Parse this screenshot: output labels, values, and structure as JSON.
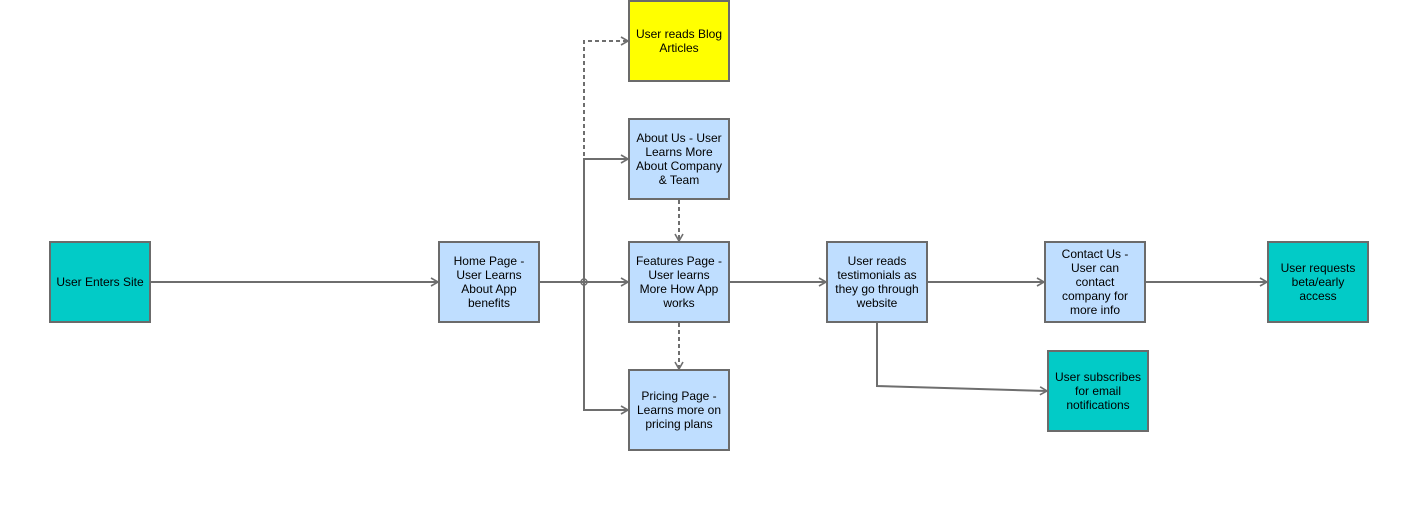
{
  "nodes": {
    "user_enters_site": {
      "label": "User Enters Site",
      "color": "#02cbc7"
    },
    "home_page": {
      "label": "Home Page - User Learns About App benefits",
      "color": "#bfdeff"
    },
    "blog_articles": {
      "label": "User reads Blog Articles",
      "color": "#ffff00"
    },
    "about_us": {
      "label": "About Us - User Learns More About Company & Team",
      "color": "#bfdeff"
    },
    "features_page": {
      "label": "Features Page - User learns More How App works",
      "color": "#bfdeff"
    },
    "pricing_page": {
      "label": "Pricing Page - Learns more on pricing plans",
      "color": "#bfdeff"
    },
    "testimonials": {
      "label": "User reads testimonials as they go through website",
      "color": "#bfdeff"
    },
    "contact_us": {
      "label": "Contact Us - User can contact company for more info",
      "color": "#bfdeff"
    },
    "beta_request": {
      "label": "User requests beta/early access",
      "color": "#02cbc7"
    },
    "email_subscribe": {
      "label": "User subscribes for email notifications",
      "color": "#02cbc7"
    }
  },
  "edges": [
    {
      "from": "user_enters_site",
      "to": "home_page",
      "style": "solid"
    },
    {
      "from": "home_page",
      "to": "features_page",
      "style": "solid"
    },
    {
      "from": "home_page",
      "to": "about_us",
      "style": "solid"
    },
    {
      "from": "home_page",
      "to": "pricing_page",
      "style": "solid"
    },
    {
      "from": "home_page",
      "to": "blog_articles",
      "style": "dashed"
    },
    {
      "from": "about_us",
      "to": "features_page",
      "style": "dashed"
    },
    {
      "from": "features_page",
      "to": "pricing_page",
      "style": "dashed"
    },
    {
      "from": "features_page",
      "to": "testimonials",
      "style": "solid"
    },
    {
      "from": "testimonials",
      "to": "contact_us",
      "style": "solid"
    },
    {
      "from": "testimonials",
      "to": "email_subscribe",
      "style": "solid"
    },
    {
      "from": "contact_us",
      "to": "beta_request",
      "style": "solid"
    }
  ],
  "edge_color": "#6e6e6e",
  "border_color": "#6b6b6b"
}
